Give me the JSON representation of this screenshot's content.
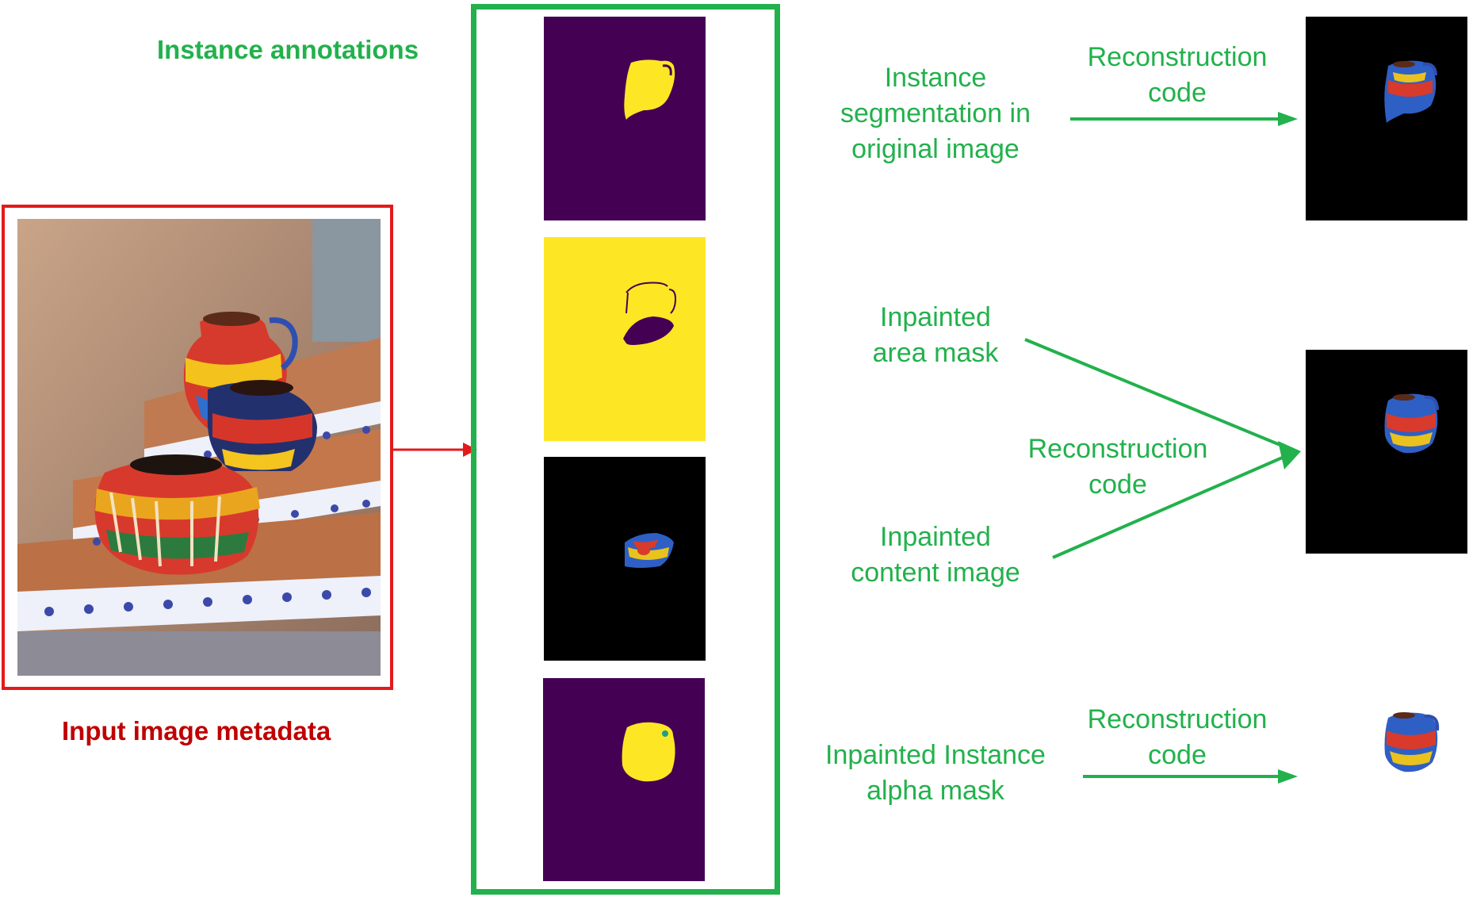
{
  "titles": {
    "instance_annotations": "Instance annotations",
    "input_image_metadata": "Input image metadata"
  },
  "labels": {
    "seg_line1": "Instance",
    "seg_line2": "segmentation in",
    "seg_line3": "original image",
    "recon_code_1_line1": "Reconstruction",
    "recon_code_1_line2": "code",
    "area_mask_line1": "Inpainted",
    "area_mask_line2": "area mask",
    "recon_code_2_line1": "Reconstruction",
    "recon_code_2_line2": "code",
    "content_line1": "Inpainted",
    "content_line2": "content image",
    "alpha_line1": "Inpainted Instance",
    "alpha_line2": "alpha mask",
    "recon_code_3_line1": "Reconstruction",
    "recon_code_3_line2": "code"
  },
  "colors": {
    "green": "#22b14c",
    "red": "#e31a1c",
    "dark_red_text": "#c00000",
    "mask_purple": "#440154",
    "mask_yellow": "#fde725",
    "black": "#000000"
  }
}
